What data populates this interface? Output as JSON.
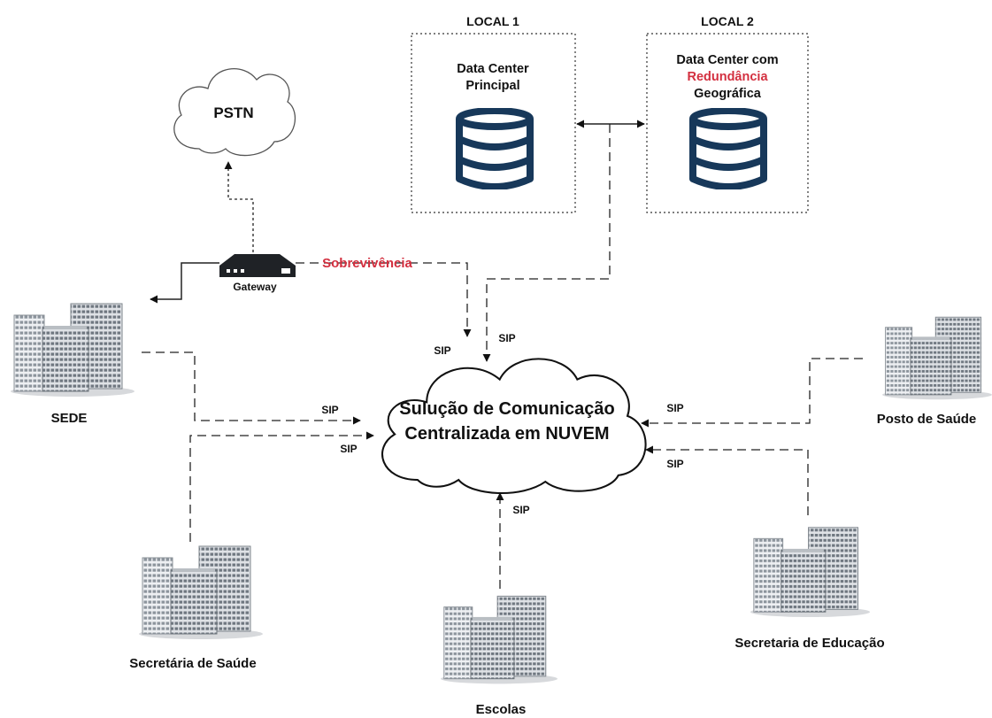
{
  "locations": {
    "local1": {
      "header": "LOCAL 1",
      "line1": "Data Center",
      "line2": "Principal"
    },
    "local2": {
      "header": "LOCAL 2",
      "line1": "Data Center com",
      "line2": "Redundância",
      "line3": "Geográfica"
    }
  },
  "pstn": "PSTN",
  "gateway": "Gateway",
  "survivability": "Sobrevivência",
  "cloud": {
    "line1": "Sulução de Comunicação",
    "line2": "Centralizada em NUVEM"
  },
  "protocol": "SIP",
  "sites": {
    "sede": "SEDE",
    "posto": "Posto de Saúde",
    "saude": "Secretária de Saúde",
    "escolas": "Escolas",
    "educacao": "Secretaria de Educação"
  },
  "colors": {
    "accent": "#d32f3f",
    "database": "#17385a",
    "line": "#222222"
  },
  "icons": [
    "cloud-icon",
    "database-icon",
    "gateway-icon",
    "building-icon"
  ]
}
